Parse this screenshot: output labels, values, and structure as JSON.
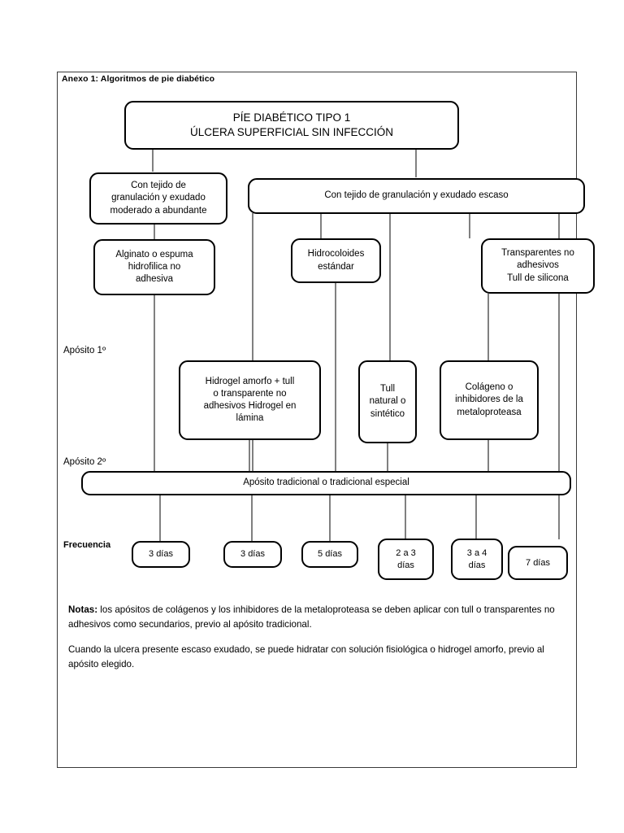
{
  "document": {
    "frame_title": "Anexo 1: Algoritmos de pie diabético"
  },
  "diagram": {
    "type": "flowchart",
    "root": {
      "label": "PÍE DIABÉTICO TIPO 1\nÚLCERA SUPERFICIAL SIN INFECCIÓN"
    },
    "branches": [
      {
        "id": "branch-moderate",
        "label": "Con tejido de\ngranulación y exudado\nmoderado a abundante"
      },
      {
        "id": "branch-scarce",
        "label": "Con tejido de granulación y exudado escaso"
      }
    ],
    "primary_dressings": [
      {
        "id": "alginato",
        "label": "Alginato o espuma\nhidrofilica no\nadhesiva"
      },
      {
        "id": "hidrocoloides",
        "label": "Hidrocoloides\nestándar"
      },
      {
        "id": "transparentes",
        "label": "Transparentes no\nadhesivos\nTull de silicona"
      },
      {
        "id": "hidrogel",
        "label": "Hidrogel amorfo + tull\no transparente no\nadhesivos Hidrogel en\nlámina"
      },
      {
        "id": "tull",
        "label": "Tull\nnatural o\nsintético"
      },
      {
        "id": "colageno",
        "label": "Colágeno o\ninhibidores de la\nmetaloproteasa"
      }
    ],
    "secondary_dressing": {
      "id": "tradicional",
      "label": "Apósito tradicional o tradicional especial"
    },
    "row_labels": {
      "primary": "Apósito 1º",
      "secondary": "Apósito 2º",
      "frequency": "Frecuencia"
    },
    "frequencies": [
      {
        "id": "freq-1",
        "label": "3 días"
      },
      {
        "id": "freq-2",
        "label": "3 días"
      },
      {
        "id": "freq-3",
        "label": "5 días"
      },
      {
        "id": "freq-4",
        "label": "2 a 3\ndías"
      },
      {
        "id": "freq-5",
        "label": "3 a 4\ndías"
      },
      {
        "id": "freq-6",
        "label": "7 días"
      }
    ]
  },
  "notes": {
    "label": "Notas:",
    "paragraph_1": " los apósitos de colágenos y los inhibidores de la metaloproteasa se deben aplicar con tull o transparentes no adhesivos como secundarios, previo al apósito tradicional.",
    "paragraph_2": "Cuando la ulcera presente escaso exudado, se puede hidratar con solución fisiológica o hidrogel amorfo, previo al apósito elegido."
  },
  "colors": {
    "stroke": "#000000",
    "frame": "#3a3a3a",
    "background": "#ffffff"
  }
}
